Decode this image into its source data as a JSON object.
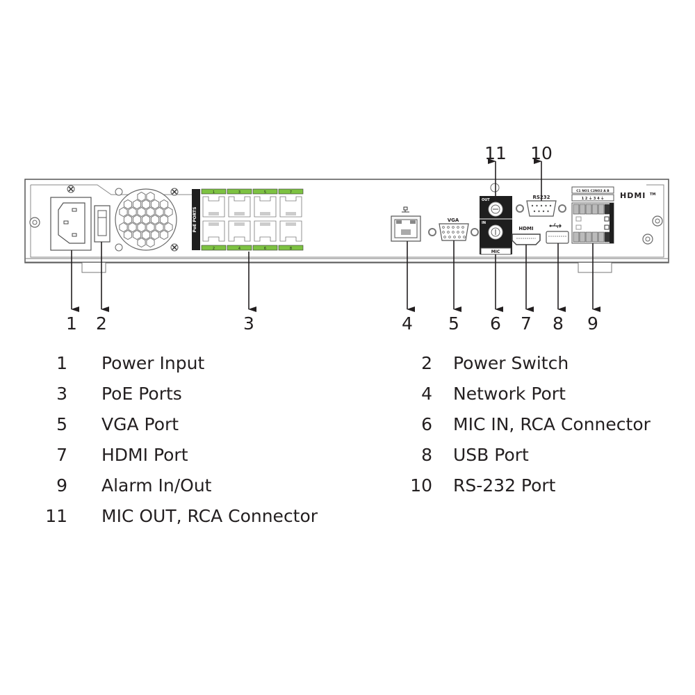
{
  "diagram": {
    "title": "NVR rear panel",
    "panel_labels": {
      "poe_ports": "PoE PORTS",
      "vga": "VGA",
      "rs232": "RS232",
      "hdmi": "HDMI",
      "hdmi_logo": "HDMI",
      "hdmi_tm": "TM",
      "mic_out": "OUT",
      "mic_in": "IN",
      "mic": "MIC",
      "alarm_top": "C1 NO1 C2NO2 A  B",
      "alarm_bottom": "1  2  ⏚  3  4  ⏚",
      "poe_top_numbers": [
        "1",
        "3",
        "5",
        "7"
      ],
      "poe_bottom_numbers": [
        "2",
        "4",
        "6",
        "8"
      ]
    },
    "callouts_bottom": [
      "1",
      "2",
      "3",
      "4",
      "5",
      "6",
      "7",
      "8",
      "9"
    ],
    "callouts_top": [
      "11",
      "10"
    ],
    "accent_color": "#7dc242"
  },
  "legend": [
    {
      "num": "1",
      "label": "Power Input"
    },
    {
      "num": "2",
      "label": "Power Switch"
    },
    {
      "num": "3",
      "label": "PoE Ports"
    },
    {
      "num": "4",
      "label": "Network Port"
    },
    {
      "num": "5",
      "label": "VGA Port"
    },
    {
      "num": "6",
      "label": "MIC IN, RCA Connector"
    },
    {
      "num": "7",
      "label": "HDMI Port"
    },
    {
      "num": "8",
      "label": "USB Port"
    },
    {
      "num": "9",
      "label": "Alarm In/Out"
    },
    {
      "num": "10",
      "label": "RS-232 Port"
    },
    {
      "num": "11",
      "label": "MIC OUT, RCA Connector"
    }
  ]
}
